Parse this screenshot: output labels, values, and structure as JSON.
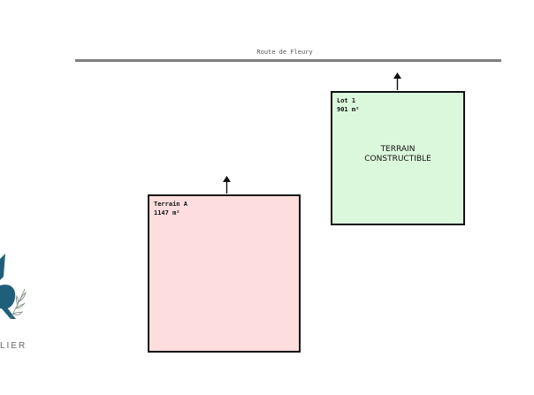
{
  "road": {
    "label": "Route de Fleury"
  },
  "lots": {
    "terrain_a": {
      "name": "Terrain A",
      "area": "1147 m²"
    },
    "lot_1": {
      "name": "Lot 1",
      "area": "901 m²",
      "status_line1": "TERRAIN",
      "status_line2": "CONSTRUCTIBLE"
    }
  },
  "logo": {
    "text": "LIER"
  },
  "colors": {
    "terrain_a_fill": "#fddddd",
    "lot_1_fill": "#dcf8dc",
    "road": "#7f7f7f",
    "border": "#111111",
    "logo": "#1f5f7a"
  },
  "icons": [
    "arrow-up-icon",
    "leaf-branch-icon"
  ]
}
